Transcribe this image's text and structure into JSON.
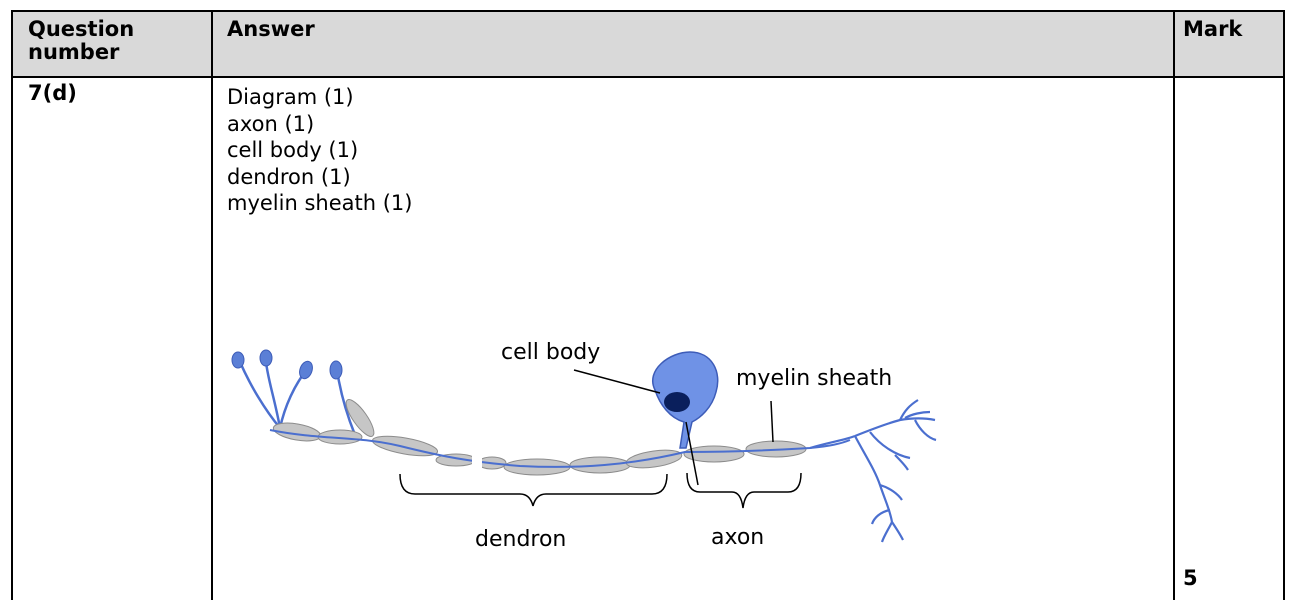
{
  "headers": {
    "question": [
      "Question",
      "number"
    ],
    "answer": "Answer",
    "mark": "Mark"
  },
  "row": {
    "question_number": "7(d)",
    "answer_lines": [
      "Diagram (1)",
      "axon (1)",
      "cell body (1)",
      "dendron (1)",
      "myelin sheath (1)"
    ],
    "mark": "5"
  },
  "diagram": {
    "labels": {
      "cell_body": "cell body",
      "myelin_sheath": "myelin sheath",
      "dendron": "dendron",
      "axon": "axon"
    },
    "colors": {
      "neuron_blue": "#5b7fd6",
      "sheath_gray": "#c4c4c4",
      "nucleus": "#0a1f5c"
    }
  }
}
